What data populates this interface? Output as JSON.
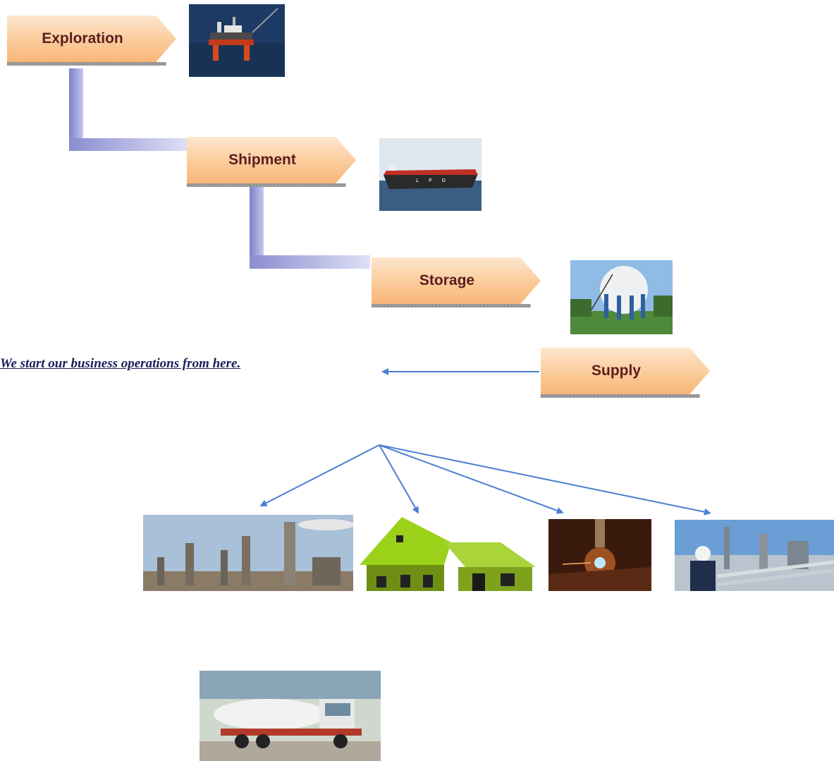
{
  "steps": {
    "exploration": "Exploration",
    "shipment": "Shipment",
    "storage": "Storage",
    "supply": "Supply"
  },
  "note": {
    "text": "We start our business operations from here",
    "tail": "."
  },
  "tanker_text": "L P G",
  "colors": {
    "step_fill_top": "#fde6cf",
    "step_fill_bottom": "#f8b577",
    "step_text": "#5a1e1e",
    "connector": "#8a8fd0",
    "arrow": "#4a7fd0",
    "note_text": "#1d1d5e"
  },
  "images": [
    "offshore-rig-photo",
    "lpg-tanker-ship-photo",
    "spherical-storage-tank-photo",
    "refinery-photo",
    "house-illustration",
    "metal-cutting-photo",
    "industrial-worker-photo",
    "lpg-tanker-truck-photo"
  ]
}
